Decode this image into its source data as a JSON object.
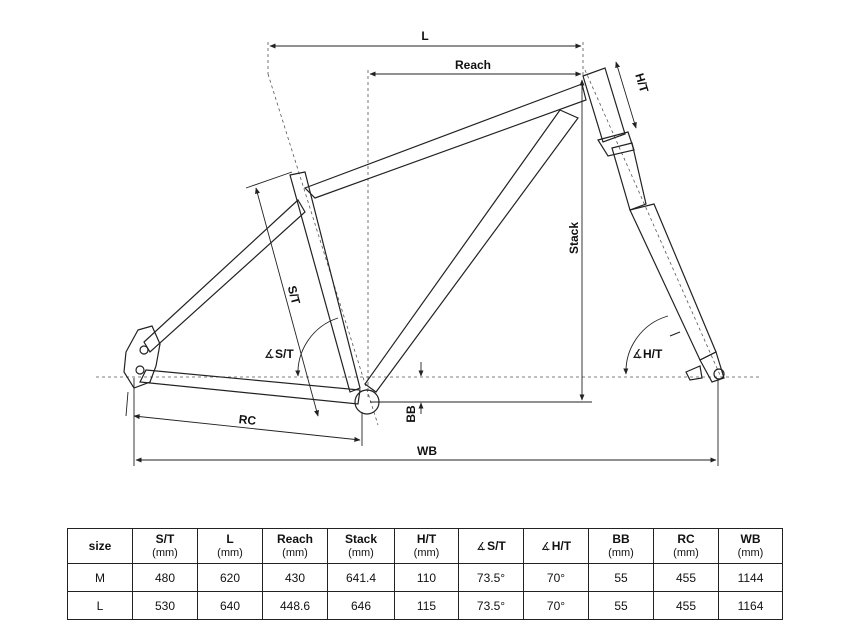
{
  "labels": {
    "L": "L",
    "reach": "Reach",
    "ht": "H/T",
    "stack": "Stack",
    "st": "S/T",
    "st_angle": "S/T",
    "ht_angle": "H/T",
    "bb": "BB",
    "rc": "RC",
    "wb": "WB"
  },
  "angle_symbol": "∡",
  "table": {
    "columns": [
      {
        "name": "size",
        "unit": ""
      },
      {
        "name": "S/T",
        "unit": "(mm)"
      },
      {
        "name": "L",
        "unit": "(mm)"
      },
      {
        "name": "Reach",
        "unit": "(mm)"
      },
      {
        "name": "Stack",
        "unit": "(mm)"
      },
      {
        "name": "H/T",
        "unit": "(mm)"
      },
      {
        "name": "S/T",
        "unit": ""
      },
      {
        "name": "H/T",
        "unit": ""
      },
      {
        "name": "BB",
        "unit": "(mm)"
      },
      {
        "name": "RC",
        "unit": "(mm)"
      },
      {
        "name": "WB",
        "unit": "(mm)"
      }
    ],
    "rows": [
      [
        "M",
        "480",
        "620",
        "430",
        "641.4",
        "110",
        "73.5°",
        "70°",
        "55",
        "455",
        "1144"
      ],
      [
        "L",
        "530",
        "640",
        "448.6",
        "646",
        "115",
        "73.5°",
        "70°",
        "55",
        "455",
        "1164"
      ]
    ]
  }
}
